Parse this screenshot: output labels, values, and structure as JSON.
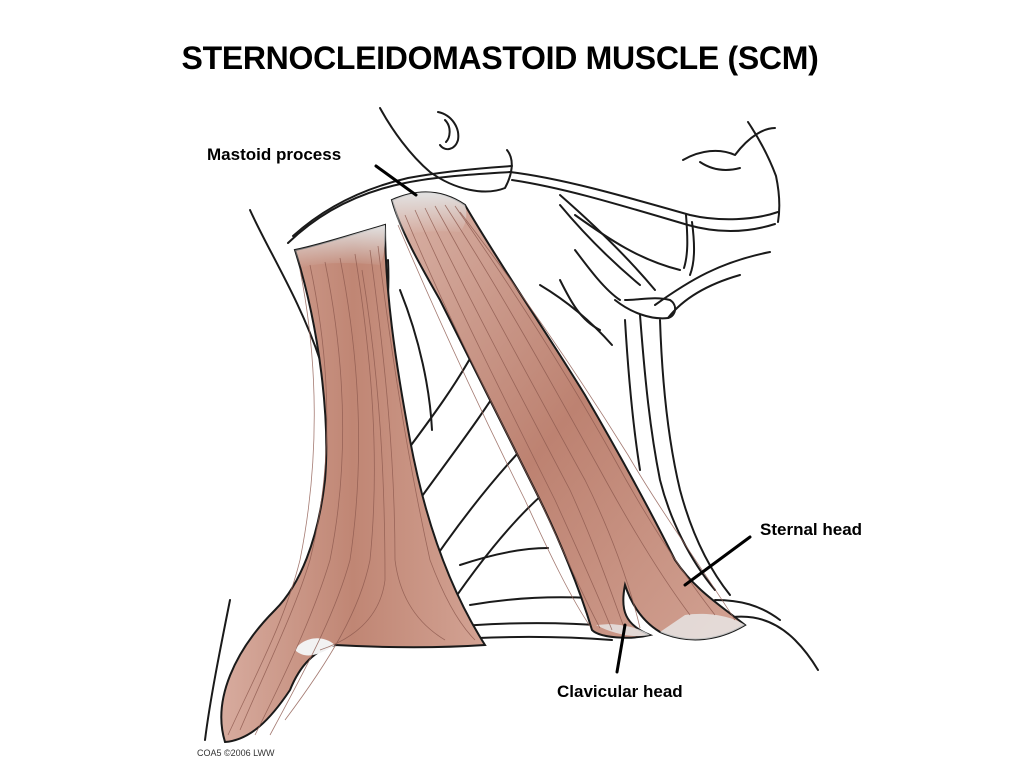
{
  "slide": {
    "title": "STERNOCLEIDOMASTOID MUSCLE (SCM)",
    "credit": "COA5 ©2006 LWW"
  },
  "labels": {
    "mastoid_process": "Mastoid process",
    "sternal_head": "Sternal head",
    "clavicular_head": "Clavicular head"
  },
  "colors": {
    "muscle_fill": "#c48e80",
    "muscle_light": "#dbb4a8",
    "muscle_fiber": "#8e5a4f",
    "tendon": "#e4e4e4",
    "outline": "#1a1a1a",
    "background": "#ffffff"
  }
}
